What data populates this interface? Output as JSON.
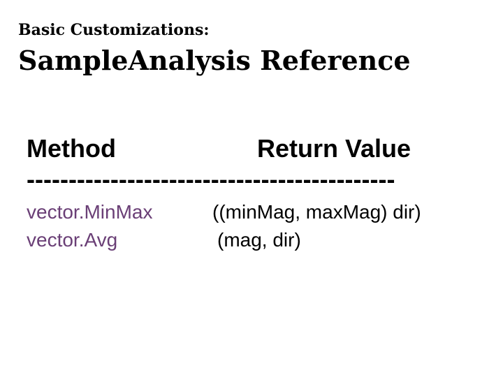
{
  "slide": {
    "subtitle": "Basic Customizations:",
    "title": "SampleAnalysis Reference"
  },
  "table": {
    "headers": {
      "method": "Method",
      "return_value": "Return Value"
    },
    "divider": "--------------------------------------------",
    "rows": [
      {
        "method": "vector.MinMax",
        "return_value": "((minMag, maxMag) dir)"
      },
      {
        "method": "vector.Avg",
        "return_value": "(mag, dir)"
      }
    ]
  },
  "colors": {
    "method_text": "#6a3f76",
    "text": "#000000",
    "background": "#ffffff"
  }
}
